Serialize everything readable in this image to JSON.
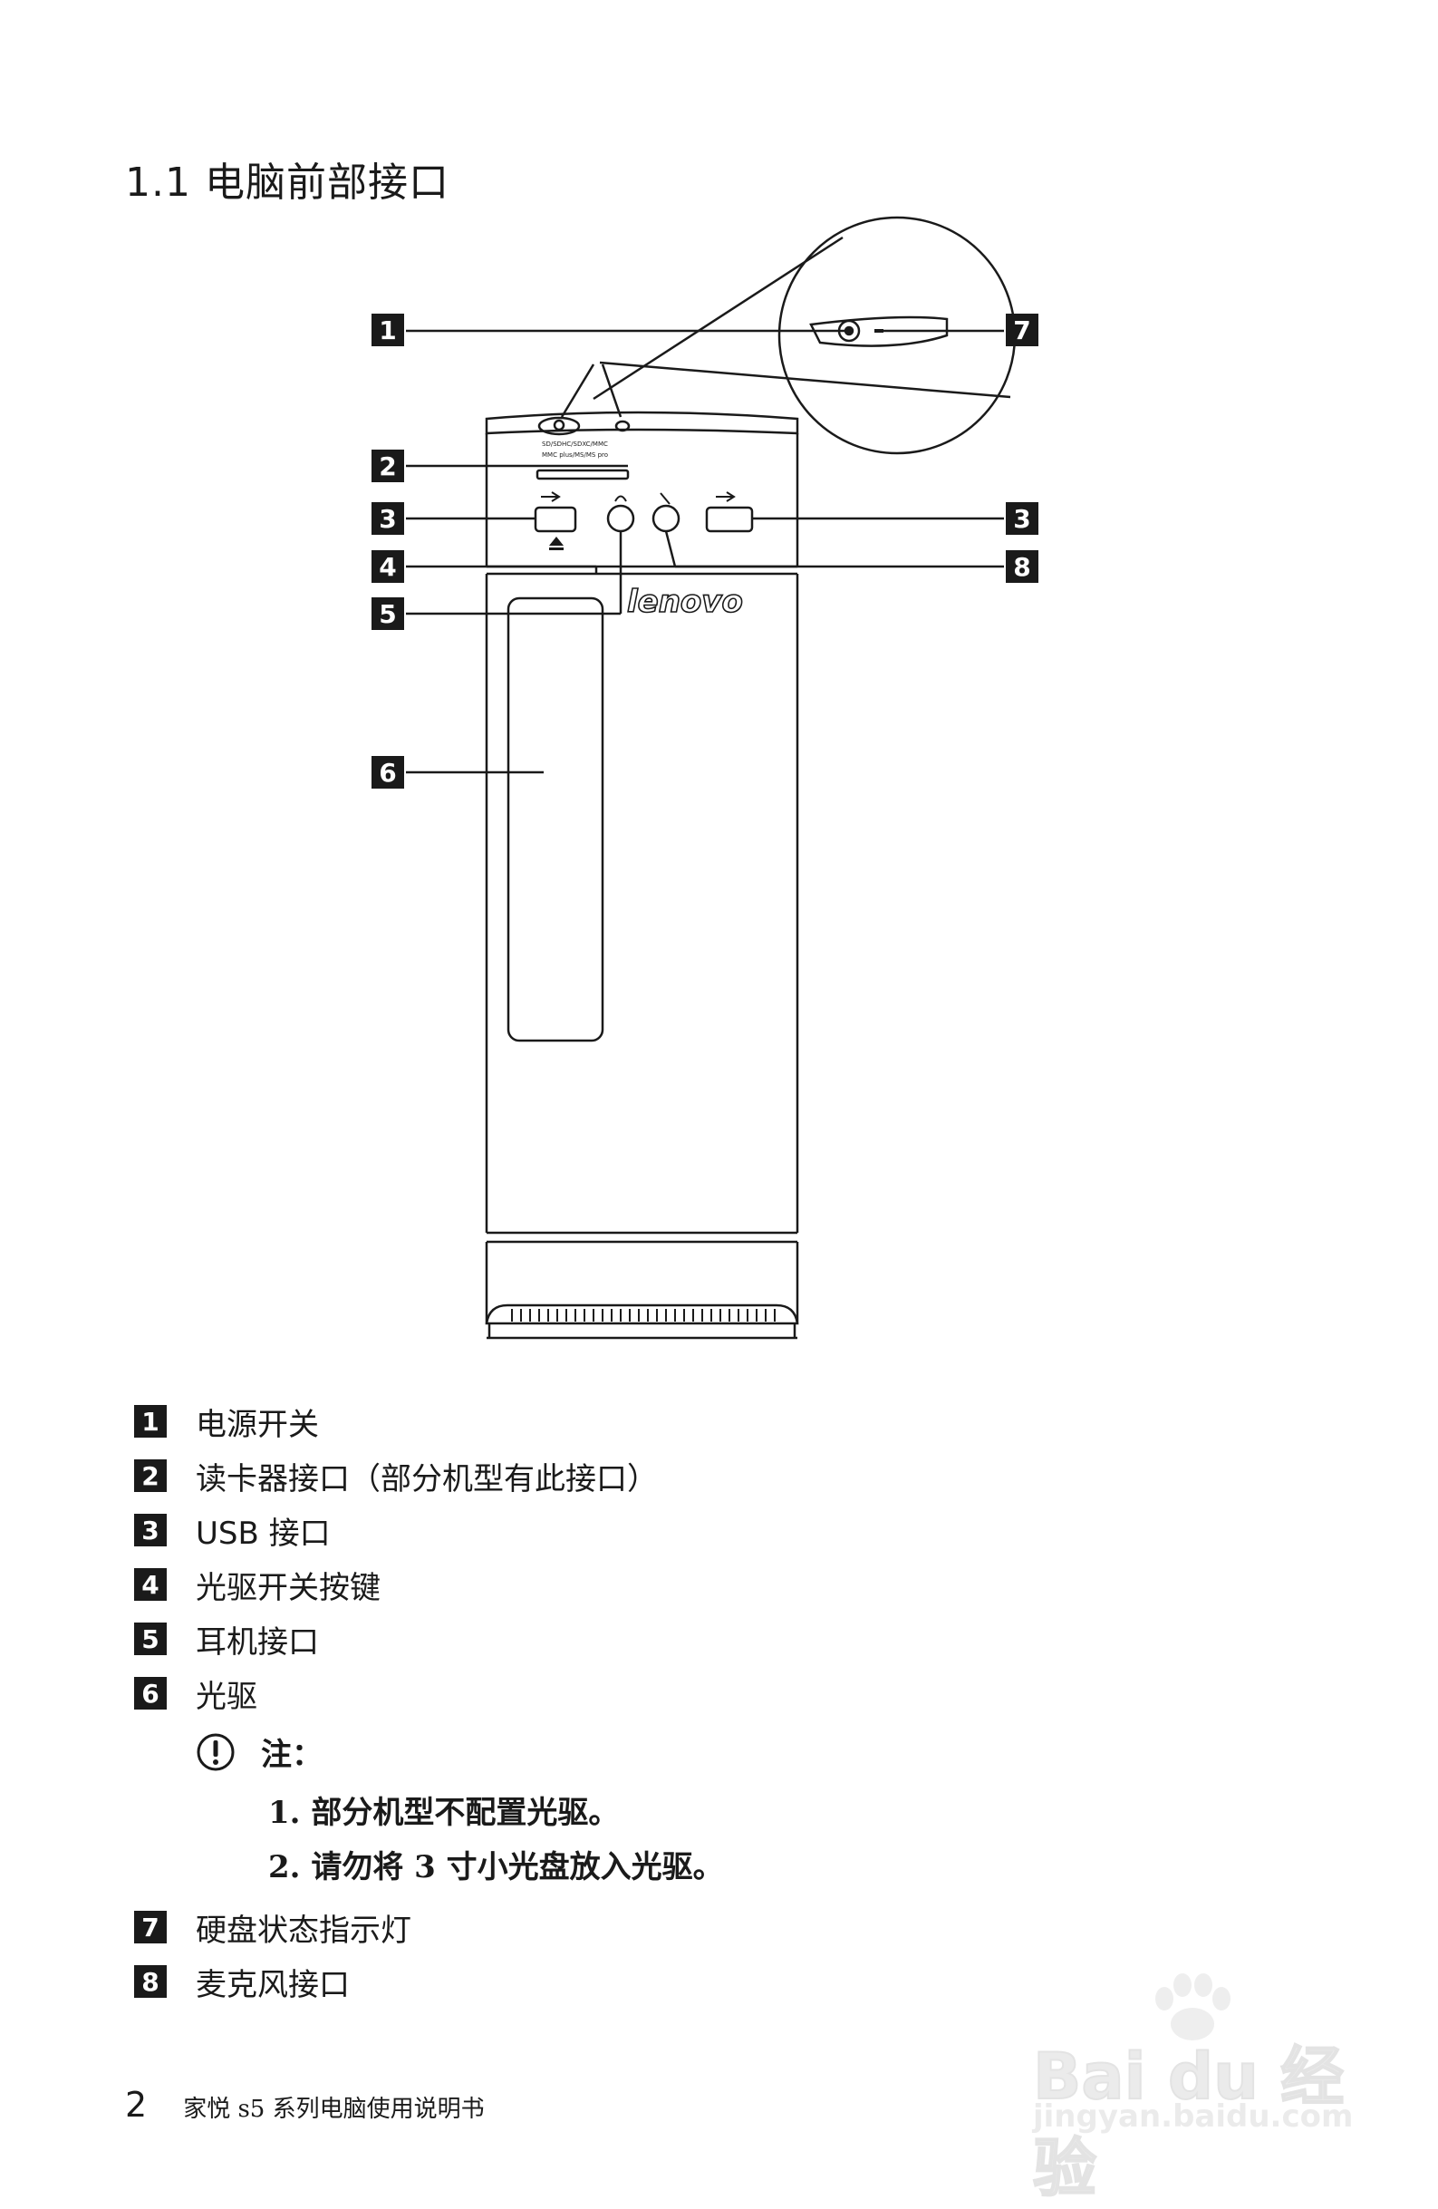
{
  "section_title": "1.1  电脑前部接口",
  "diagram": {
    "callouts": [
      "1",
      "2",
      "3",
      "4",
      "5",
      "6",
      "7",
      "8"
    ],
    "card_reader_text_line1": "SD/SDHC/SDXC/MMC",
    "card_reader_text_line2": "MMC plus/MS/MS pro",
    "brand_logo": "lenovo"
  },
  "legend": [
    {
      "num": "1",
      "text": "电源开关"
    },
    {
      "num": "2",
      "text": "读卡器接口（部分机型有此接口）"
    },
    {
      "num": "3",
      "text": "USB 接口"
    },
    {
      "num": "4",
      "text": "光驱开关按键"
    },
    {
      "num": "5",
      "text": "耳机接口"
    },
    {
      "num": "6",
      "text": "光驱"
    },
    {
      "num": "7",
      "text": "硬盘状态指示灯"
    },
    {
      "num": "8",
      "text": "麦克风接口"
    }
  ],
  "note": {
    "label": "注：",
    "icon": "exclamation-circle-icon",
    "items": [
      "1. 部分机型不配置光驱。",
      "2. 请勿将 3 寸小光盘放入光驱。"
    ]
  },
  "footer": {
    "page_number": "2",
    "text": "家悦 s5 系列电脑使用说明书"
  },
  "watermark": {
    "main": "Bai du 经验",
    "url": "jingyan.baidu.com"
  }
}
